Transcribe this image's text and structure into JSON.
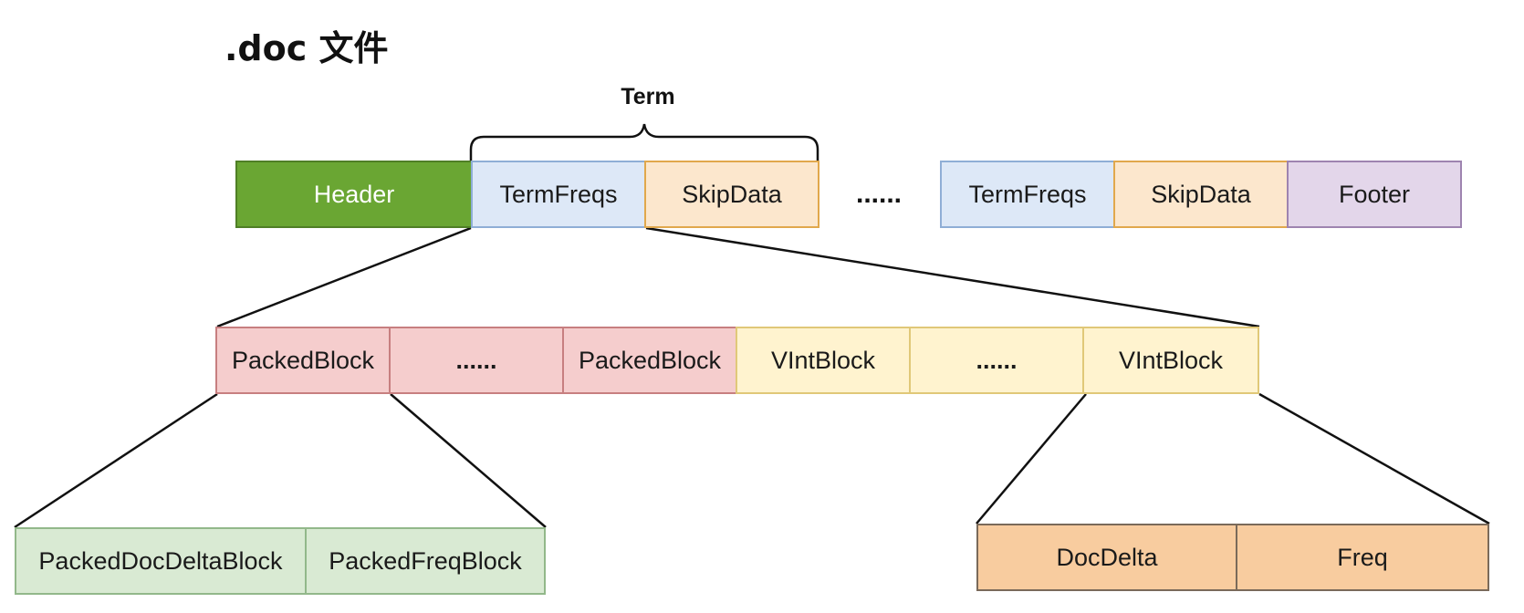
{
  "title": ".doc 文件",
  "term_label": "Term",
  "ellipsis": "......",
  "top_row": {
    "header": "Header",
    "term_freqs": "TermFreqs",
    "skip_data": "SkipData",
    "term_freqs_2": "TermFreqs",
    "skip_data_2": "SkipData",
    "footer": "Footer"
  },
  "block_row": {
    "packed_block_1": "PackedBlock",
    "ellipsis_1": "......",
    "packed_block_2": "PackedBlock",
    "vint_block_1": "VIntBlock",
    "ellipsis_2": "......",
    "vint_block_2": "VIntBlock"
  },
  "packed_detail": {
    "doc_delta_block": "PackedDocDeltaBlock",
    "freq_block": "PackedFreqBlock"
  },
  "vint_detail": {
    "doc_delta": "DocDelta",
    "freq": "Freq"
  },
  "colors": {
    "header": "#6aa633",
    "term_freqs": "#dde8f7",
    "skip_data": "#fce7cd",
    "footer": "#e3d6ea",
    "packed_block": "#f5cdcd",
    "vint_block": "#fff3cf",
    "packed_detail": "#d9ead3",
    "vint_detail": "#f8cc9f"
  }
}
